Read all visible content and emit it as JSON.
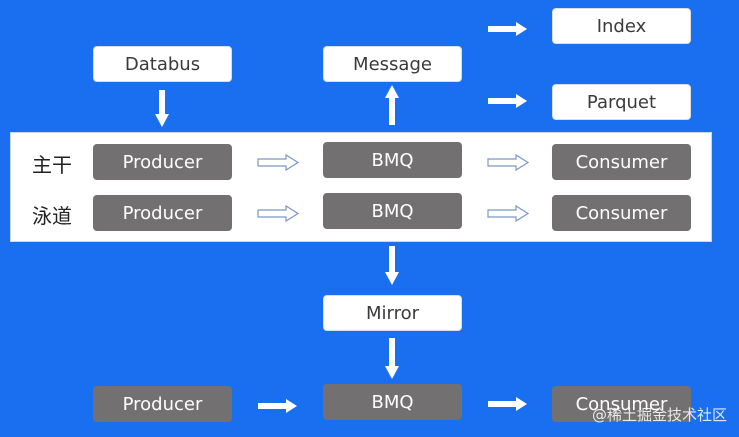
{
  "top": {
    "databus": "Databus",
    "message": "Message",
    "index": "Index",
    "parquet": "Parquet"
  },
  "lanes": [
    {
      "name": "主干",
      "producer": "Producer",
      "bmq": "BMQ",
      "consumer": "Consumer"
    },
    {
      "name": "泳道",
      "producer": "Producer",
      "bmq": "BMQ",
      "consumer": "Consumer"
    }
  ],
  "mirror": "Mirror",
  "bottom": {
    "producer": "Producer",
    "bmq": "BMQ",
    "consumer": "Consumer"
  },
  "watermark": "@稀土掘金技术社区",
  "colors": {
    "background": "#1a6ff0",
    "box_gray": "#727070",
    "box_white": "#ffffff"
  }
}
